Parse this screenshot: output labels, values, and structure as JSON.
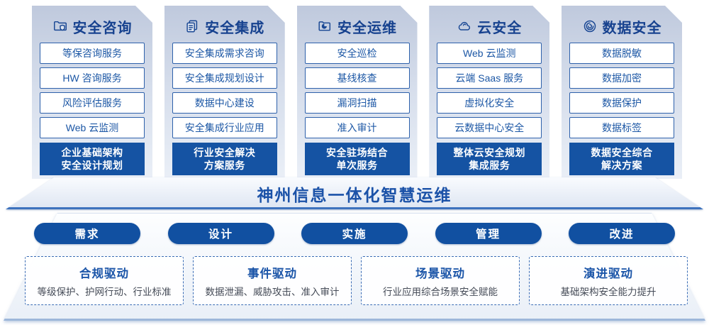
{
  "banner": {
    "title": "神州信息一体化智慧运维"
  },
  "columns": [
    {
      "title": "安全咨询",
      "icon": "folder-shield-icon",
      "items": [
        "等保咨询服务",
        "HW 咨询服务",
        "风险评估服务",
        "Web 云监测"
      ],
      "footer_line1": "企业基础架构",
      "footer_line2": "安全设计规划"
    },
    {
      "title": "安全集成",
      "icon": "documents-icon",
      "items": [
        "安全集成需求咨询",
        "安全集成规划设计",
        "数据中心建设",
        "安全集成行业应用"
      ],
      "footer_line1": "行业安全解决",
      "footer_line2": "方案服务"
    },
    {
      "title": "安全运维",
      "icon": "folder-monitor-icon",
      "items": [
        "安全巡检",
        "基线核查",
        "漏洞扫描",
        "准入审计"
      ],
      "footer_line1": "安全驻场结合",
      "footer_line2": "单次服务"
    },
    {
      "title": "云安全",
      "icon": "cloud-icon",
      "items": [
        "Web 云监测",
        "云端 Saas 服务",
        "虚拟化安全",
        "云数据中心安全"
      ],
      "footer_line1": "整体云安全规划",
      "footer_line2": "集成服务"
    },
    {
      "title": "数据安全",
      "icon": "fingerprint-icon",
      "items": [
        "数据脱敏",
        "数据加密",
        "数据保护",
        "数据标签"
      ],
      "footer_line1": "数据安全综合",
      "footer_line2": "解决方案"
    }
  ],
  "process_pills": [
    "需求",
    "设计",
    "实施",
    "管理",
    "改进"
  ],
  "drivers": [
    {
      "title": "合规驱动",
      "desc": "等级保护、护网行动、行业标准"
    },
    {
      "title": "事件驱动",
      "desc": "数据泄漏、威胁攻击、准入审计"
    },
    {
      "title": "场景驱动",
      "desc": "行业应用综合场景安全赋能"
    },
    {
      "title": "演进驱动",
      "desc": "基础架构安全能力提升"
    }
  ],
  "colors": {
    "primary_blue": "#1553A3",
    "pill_blue": "#1150A1",
    "title_blue": "#17428F",
    "item_text_blue": "#1C57A5",
    "banner_text_blue": "#1B52A8",
    "desc_gray": "#454B57"
  }
}
